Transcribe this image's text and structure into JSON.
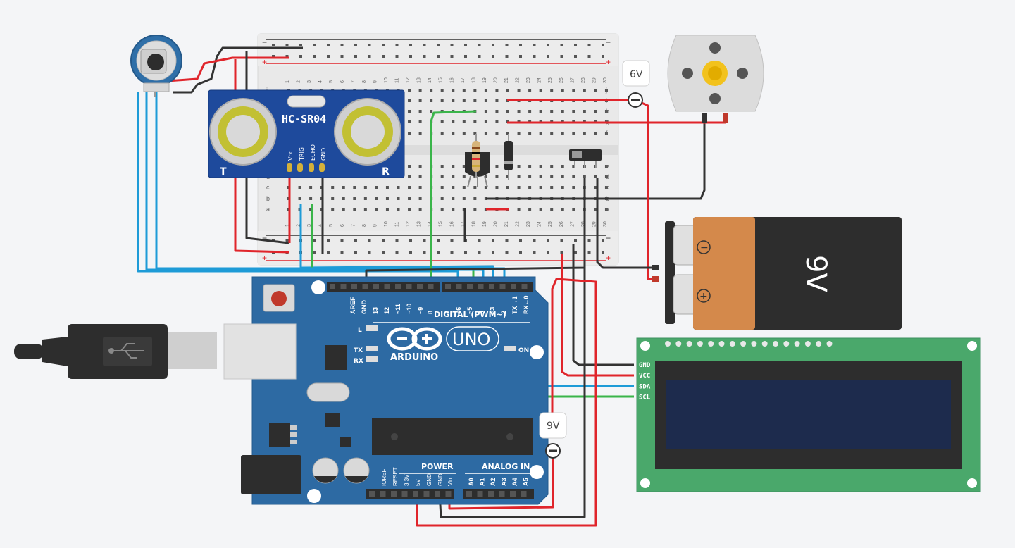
{
  "sensor": {
    "model": "HC-SR04",
    "pin_vcc": "Vcc",
    "pin_trig": "TRIG",
    "pin_echo": "ECHO",
    "pin_gnd": "GND",
    "left": "T",
    "right": "R"
  },
  "breadboard": {
    "columns": [
      "1",
      "2",
      "3",
      "4",
      "5",
      "6",
      "7",
      "8",
      "9",
      "10",
      "11",
      "12",
      "13",
      "14",
      "15",
      "16",
      "17",
      "18",
      "19",
      "20",
      "21",
      "22",
      "23",
      "24",
      "25",
      "26",
      "27",
      "28",
      "29",
      "30"
    ],
    "rows_top": [
      "j",
      "i",
      "h",
      "g",
      "f"
    ],
    "rows_bottom": [
      "e",
      "d",
      "c",
      "b",
      "a"
    ],
    "rail_minus": "−",
    "rail_plus": "+"
  },
  "motor_supply": {
    "voltage": "6V"
  },
  "arduino_supply": {
    "voltage": "9V"
  },
  "battery": {
    "label": "9V",
    "neg": "−",
    "pos": "+"
  },
  "arduino": {
    "brand": "ARDUINO",
    "model": "UNO",
    "digital_label": "DIGITAL (PWM~)",
    "digital_pins": [
      "AREF",
      "GND",
      "13",
      "12",
      "~11",
      "~10",
      "~9",
      "8",
      "7",
      "~6",
      "~5",
      "4",
      "~3",
      "2",
      "TX→1",
      "RX←0"
    ],
    "power_label": "POWER",
    "analog_label": "ANALOG IN",
    "power_pins": [
      "IOREF",
      "RESET",
      "3.3V",
      "5V",
      "GND",
      "GND",
      "Vin"
    ],
    "analog_pins": [
      "A0",
      "A1",
      "A2",
      "A3",
      "A4",
      "A5"
    ],
    "led_l": "L",
    "led_tx": "TX",
    "led_rx": "RX",
    "led_on": "ON"
  },
  "lcd": {
    "pins": [
      "GND",
      "VCC",
      "SDA",
      "SCL"
    ]
  },
  "colors": {
    "wire_red": "#e0252b",
    "wire_black": "#333333",
    "wire_blue": "#1e9bd7",
    "wire_green": "#3ab54a",
    "board_blue": "#2d6aa3",
    "lcd_green": "#4aa86b",
    "lcd_screen": "#1d2b4d"
  }
}
